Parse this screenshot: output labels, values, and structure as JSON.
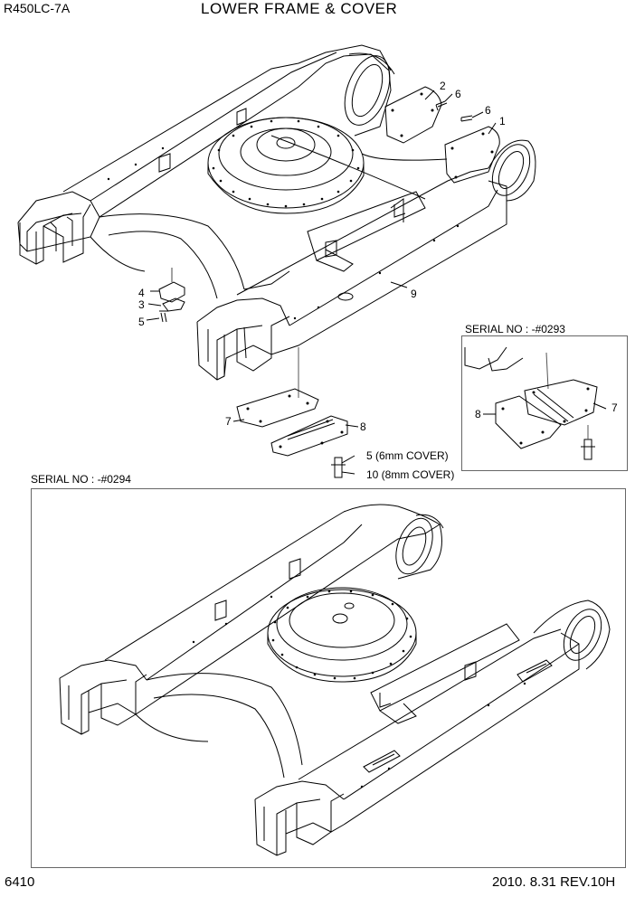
{
  "header": {
    "model": "R450LC-7A",
    "title": "LOWER FRAME & COVER"
  },
  "footer": {
    "page_number": "6410",
    "revision": "2010. 8.31  REV.10H"
  },
  "serial_labels": {
    "inset": "SERIAL NO : -#0293",
    "main_box": "SERIAL NO : -#0294"
  },
  "callouts": {
    "c1": "1",
    "c2": "2",
    "c3": "3",
    "c4": "4",
    "c5_top": "5",
    "c6_a": "6",
    "c6_b": "6",
    "c7_front": "7",
    "c8_front": "8",
    "c9": "9",
    "c5_cover": "5 (6mm COVER)",
    "c10_cover": "10 (8mm COVER)",
    "c7_inset": "7",
    "c8_inset": "8"
  }
}
